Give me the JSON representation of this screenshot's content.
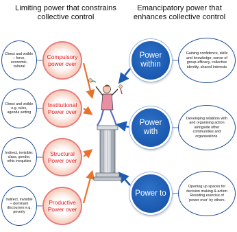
{
  "headings": {
    "left": "Limiting power that constrains collective control",
    "right": "Emancipatory power that enhances collective control"
  },
  "left_rows": [
    {
      "description": "Direct and visible – force, economic, cultural",
      "label": "Compulsory power over"
    },
    {
      "description": "Direct and visible e.g. rules, agenda setting",
      "label": "Institutional Power over"
    },
    {
      "description": "Indirect, invisible: class, gender, ethic inequities",
      "label": "Structural Power over"
    },
    {
      "description": "Indirect, invisible – dominant discourses e.g. poverty",
      "label": "Productive Power over"
    }
  ],
  "right_rows": [
    {
      "label": "Power within",
      "description": "Gaining confidence, skills and knowledge; sense of group-efficacy, collective identity, shared interests"
    },
    {
      "label": "Power with",
      "description": "Developing relations with and organising action alongside other communities and organisations."
    },
    {
      "label": "Power to",
      "description": "Opening up spaces for decision making & action Resisting exercise of ‘power over’ by others."
    }
  ],
  "colors": {
    "red_text": "#e3151a",
    "blue": "#1d5cb3",
    "orange_arrow": "#e8722a",
    "outline": "#1f4e9c"
  },
  "illustration": "person-on-column-illustration"
}
